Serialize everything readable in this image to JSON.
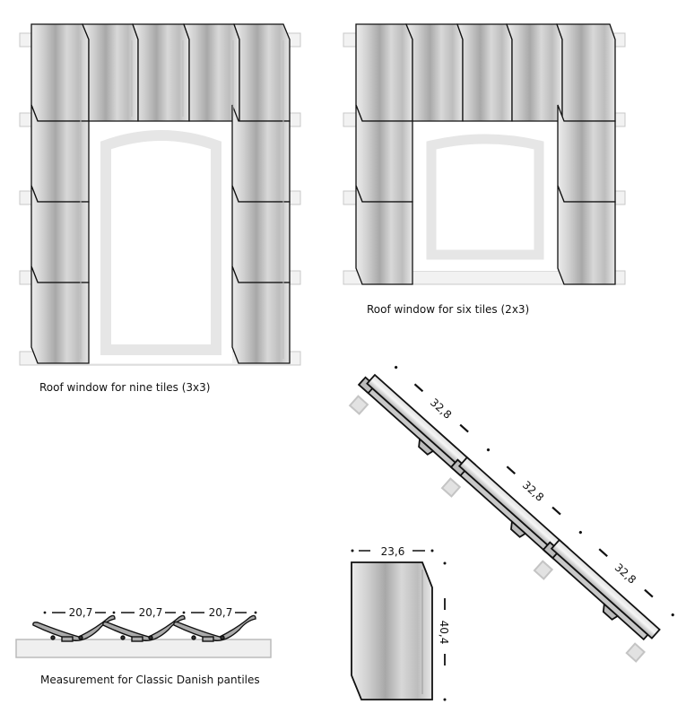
{
  "captions": {
    "nine_tiles": "Roof window for nine tiles (3x3)",
    "six_tiles": "Roof window for six tiles (2x3)",
    "pantiles": "Measurement for Classic Danish pantiles"
  },
  "dimensions": {
    "pantile_widths": [
      "20,7",
      "20,7",
      "20,7"
    ],
    "slope_lengths": [
      "32,8",
      "32,8",
      "32,8"
    ],
    "tile_width": "23,6",
    "tile_height": "40,4"
  },
  "colors": {
    "outline": "#111111",
    "batten": "#f2f2f2",
    "frame": "#e8e8e8"
  }
}
